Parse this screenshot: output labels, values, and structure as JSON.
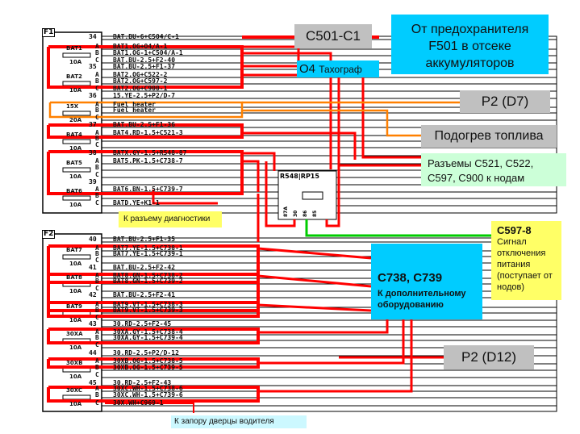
{
  "blocks": {
    "f1": "F1",
    "f2": "F2"
  },
  "f1_rows": [
    {
      "pin": "34",
      "text": "BAT.BU-6+C504/C-1"
    },
    {
      "pin": "A",
      "text": "BAT1.OG+O4/A-1"
    },
    {
      "pin": "B",
      "text": "BAT1.OG-1+C504/A-1"
    },
    {
      "pin": "C",
      "text": "BAT.BU-2.5+F2-40"
    },
    {
      "pin": "35",
      "text": "BAT.BU-2.5+F1-37"
    },
    {
      "pin": "A",
      "text": "BAT2.OG+C522-2"
    },
    {
      "pin": "B",
      "text": "BAT2.OG+C597-2"
    },
    {
      "pin": "C",
      "text": "BAT2.OG+C900-1"
    },
    {
      "pin": "36",
      "text": "15.YE-2.5+P2/D-7"
    },
    {
      "pin": "A",
      "text": "Fuel heater"
    },
    {
      "pin": "B",
      "text": "Fuel heater"
    },
    {
      "pin": "C",
      "text": ""
    },
    {
      "pin": "37",
      "text": "BAT.BU-2.5+F1-36"
    },
    {
      "pin": "A",
      "text": "BAT4.RD-1.5+C521-3"
    },
    {
      "pin": "B",
      "text": ""
    },
    {
      "pin": "C",
      "text": ""
    },
    {
      "pin": "38",
      "text": "BATX.GY-1.5+R548-87"
    },
    {
      "pin": "A",
      "text": "BAT5.PK-1.5+C738-7"
    },
    {
      "pin": "B",
      "text": ""
    },
    {
      "pin": "C",
      "text": ""
    },
    {
      "pin": "39",
      "text": ""
    },
    {
      "pin": "A",
      "text": "BAT6.BN-1.5+C739-7"
    },
    {
      "pin": "B",
      "text": ""
    },
    {
      "pin": "C",
      "text": "BATD.YE+K1-1"
    }
  ],
  "f2_rows": [
    {
      "pin": "40",
      "text": "BAT.BU-2.5+F1-35"
    },
    {
      "pin": "A",
      "text": "BAT7.YE-1.5+C738-1"
    },
    {
      "pin": "B",
      "text": "BAT7.YE-1.5+C739-1"
    },
    {
      "pin": "C",
      "text": ""
    },
    {
      "pin": "41",
      "text": "BAT.BU-2.5+F2-42"
    },
    {
      "pin": "A",
      "text": "BAT8.GN-1.5+C738-2"
    },
    {
      "pin": "B",
      "text": "BAT8.GN-1.5+C739-2"
    },
    {
      "pin": "C",
      "text": ""
    },
    {
      "pin": "42",
      "text": "BAT.BU-2.5+F2-41"
    },
    {
      "pin": "A",
      "text": "BAT9.VT-1.5+C738-3"
    },
    {
      "pin": "B",
      "text": "BAT9.VT-1.5+C739-3"
    },
    {
      "pin": "C",
      "text": ""
    },
    {
      "pin": "43",
      "text": "30.RD-2.5+F2-45"
    },
    {
      "pin": "A",
      "text": "30XA.GY-1.5+C738-4"
    },
    {
      "pin": "B",
      "text": "30XA.GY-1.5+C739-4"
    },
    {
      "pin": "C",
      "text": ""
    },
    {
      "pin": "44",
      "text": "30.RD-2.5+P2/D-12"
    },
    {
      "pin": "A",
      "text": "30XB.OG-1.5+C738-5"
    },
    {
      "pin": "B",
      "text": "30XB.OG-1.5+C739-5"
    },
    {
      "pin": "C",
      "text": ""
    },
    {
      "pin": "45",
      "text": "30.RD-2.5+F2-43"
    },
    {
      "pin": "A",
      "text": "30XC.WH-1.5+C738-6"
    },
    {
      "pin": "B",
      "text": "30XC.WH-1.5+C739-6"
    },
    {
      "pin": "C",
      "text": "30X.WH+C969-1"
    }
  ],
  "f1_fuses": [
    {
      "name": "BAT1",
      "rating": "10A"
    },
    {
      "name": "BAT2",
      "rating": "10A"
    },
    {
      "name": "15X",
      "rating": "20A"
    },
    {
      "name": "BAT4",
      "rating": "10A"
    },
    {
      "name": "BAT5",
      "rating": "10A"
    },
    {
      "name": "BAT6",
      "rating": "10A"
    }
  ],
  "f2_fuses": [
    {
      "name": "BAT7",
      "rating": "10A"
    },
    {
      "name": "BAT8",
      "rating": "10A"
    },
    {
      "name": "BAT9",
      "rating": "10A"
    },
    {
      "name": "30XA",
      "rating": "10A"
    },
    {
      "name": "30XB",
      "rating": "10A"
    },
    {
      "name": "30XC",
      "rating": "10A"
    }
  ],
  "relay": {
    "label": "R548",
    "sub": "RP15",
    "pins": [
      "87A",
      "30",
      "86",
      "85"
    ]
  },
  "labels": {
    "c501": "C501-C1",
    "f501": "От предохранителя F501  в отсеке аккумуляторов",
    "tacho_code": "O4",
    "tacho": "Тахограф",
    "p2d7": "P2 (D7)",
    "fuel_heat": "Подогрев топлива",
    "connectors": "Разъемы C521,  C522, C597,  C900 к нодам",
    "diag": "К разъему диагностики",
    "c597_title": "C597-8",
    "c597_text": "Сигнал отключения питания (поступает от нодов)",
    "c738_title": "C738, C739",
    "c738_text": "К дополнительному оборудованию",
    "p2d12": "P2 (D12)",
    "door": "К запору дверцы водителя"
  },
  "colors": {
    "wire_red": "#ff0000",
    "wire_orange": "#ff8000",
    "wire_green": "#00cc00",
    "box_cyan": "#00ccff",
    "box_gray": "#c0c0c0",
    "box_yellow": "#ffff66",
    "box_green": "#ccffd8"
  }
}
